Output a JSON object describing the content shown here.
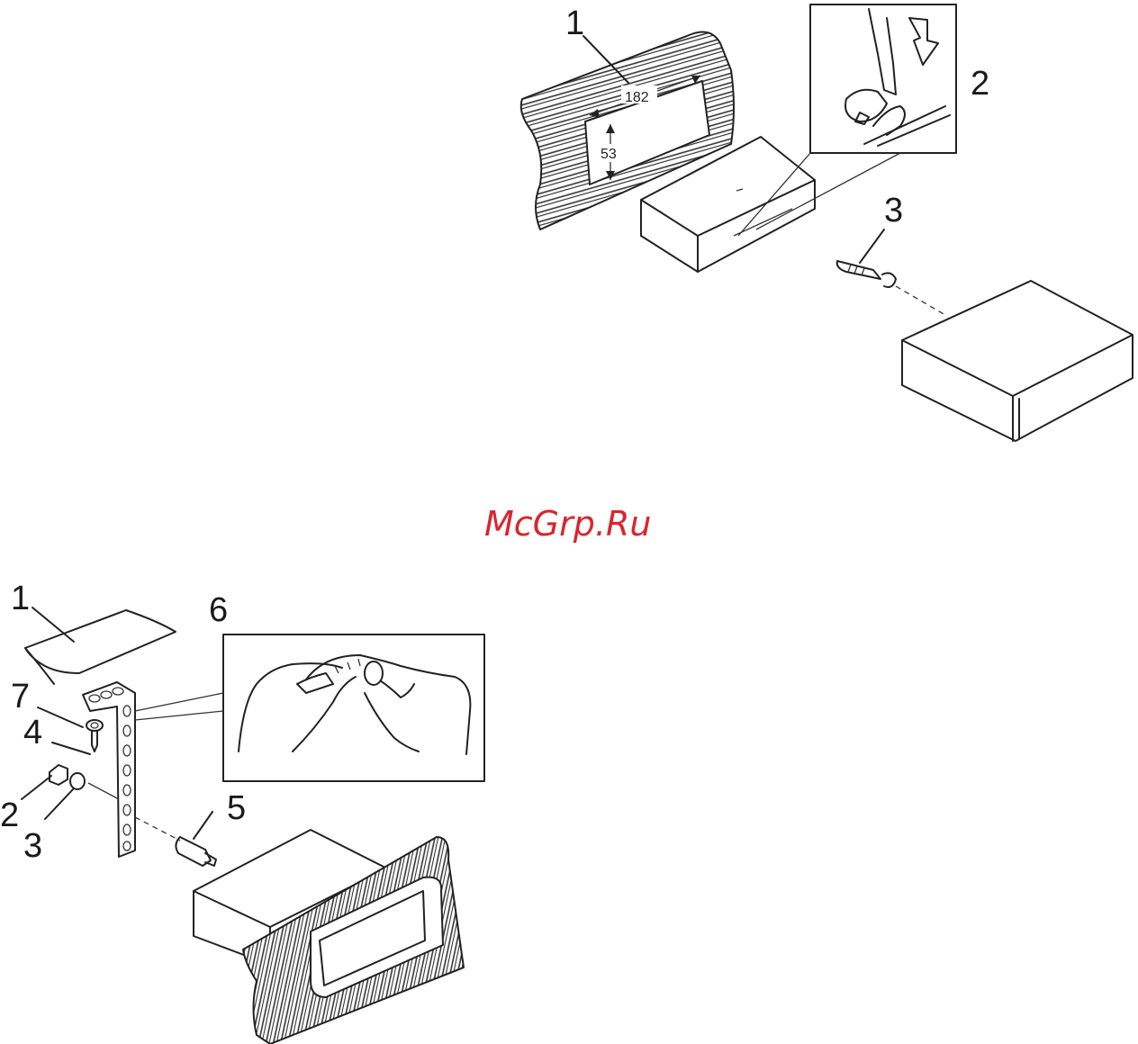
{
  "watermark": {
    "text": "McGrp.Ru",
    "color": "#d8262d"
  },
  "top_diagram": {
    "callouts": [
      "1",
      "2",
      "3"
    ],
    "dimensions": {
      "width": "182",
      "height": "53"
    }
  },
  "bottom_diagram": {
    "callouts": [
      "1",
      "6",
      "7",
      "4",
      "2",
      "3",
      "5"
    ]
  }
}
